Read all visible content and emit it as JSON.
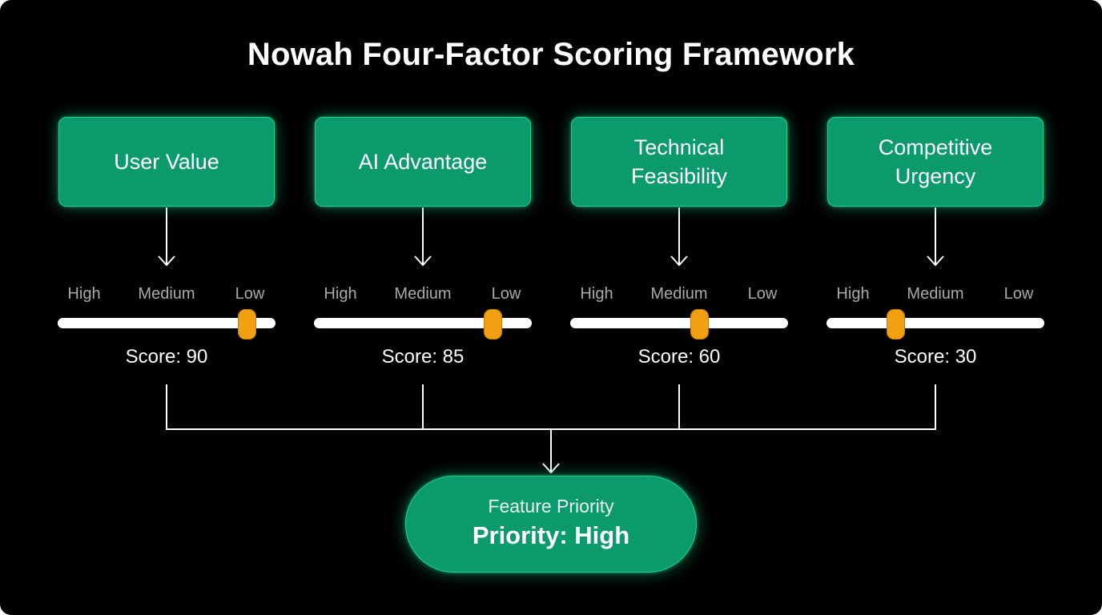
{
  "title": "Nowah Four-Factor Scoring Framework",
  "scale_labels": {
    "high": "High",
    "medium": "Medium",
    "low": "Low"
  },
  "factors": [
    {
      "label": "User Value",
      "score_text": "Score: 90",
      "score": 90
    },
    {
      "label": "AI Advantage",
      "score_text": "Score: 85",
      "score": 85
    },
    {
      "label": "Technical\nFeasibility",
      "score_text": "Score: 60",
      "score": 60
    },
    {
      "label": "Competitive\nUrgency",
      "score_text": "Score: 30",
      "score": 30
    }
  ],
  "result": {
    "subtitle": "Feature Priority",
    "value": "Priority: High"
  },
  "colors": {
    "background": "#000000",
    "box_fill": "#0b9a6c",
    "box_glow": "#1fcf8f",
    "thumb": "#f0a010",
    "track": "#ffffff",
    "text": "#ffffff",
    "muted_text": "#a9a9a9"
  }
}
